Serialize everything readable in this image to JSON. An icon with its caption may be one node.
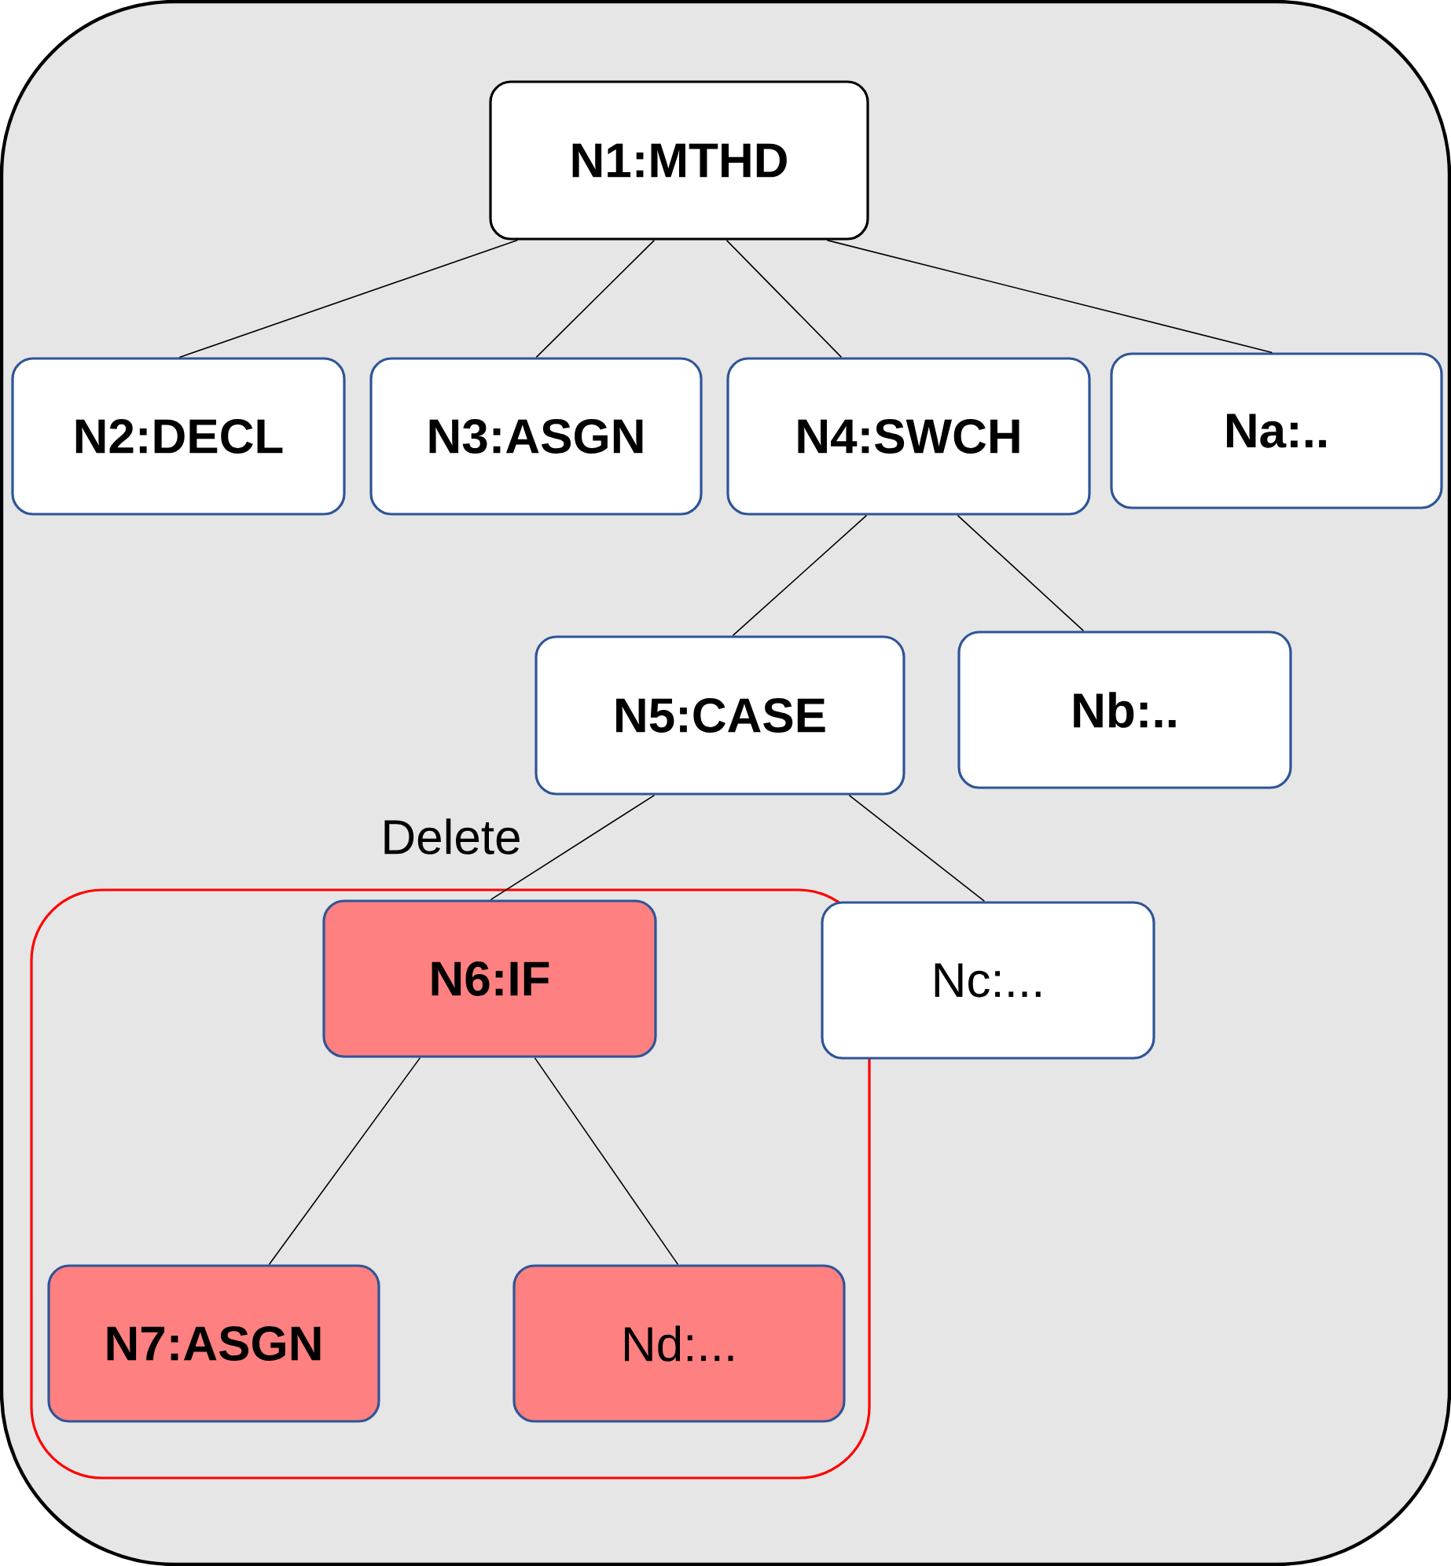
{
  "diagram": {
    "nodes": [
      {
        "text": [
          "N1:MTHD"
        ]
      },
      {
        "text": [
          "N2:DECL"
        ]
      },
      {
        "text": [
          "N3:ASGN"
        ]
      },
      {
        "text": [
          "N4:SWCH"
        ]
      },
      {
        "text": [
          "Na:.."
        ]
      },
      {
        "text": [
          "N5:CASE"
        ]
      },
      {
        "text": [
          "Nb:.."
        ]
      },
      {
        "text": [
          "Delete"
        ]
      },
      {
        "text": [
          "N6:IF"
        ],
        "in": 7
      },
      {
        "text": [
          "Nc:..."
        ]
      },
      {
        "text": [
          "N7:ASGN"
        ],
        "in": 7
      },
      {
        "text": [
          "Nd:..."
        ],
        "in": 7
      }
    ],
    "edges": [
      {
        "from": 0,
        "to": 1,
        "arrow": "none"
      },
      {
        "from": 0,
        "to": 2,
        "arrow": "none"
      },
      {
        "from": 0,
        "to": 3,
        "arrow": "none"
      },
      {
        "from": 0,
        "to": 4,
        "arrow": "none"
      },
      {
        "from": 3,
        "to": 5,
        "arrow": "none"
      },
      {
        "from": 3,
        "to": 6,
        "arrow": "none"
      },
      {
        "from": 5,
        "to": 8,
        "arrow": "none"
      },
      {
        "from": 5,
        "to": 9,
        "arrow": "none"
      },
      {
        "from": 8,
        "to": 10,
        "arrow": "none"
      },
      {
        "from": 8,
        "to": 11,
        "arrow": "none"
      }
    ]
  }
}
